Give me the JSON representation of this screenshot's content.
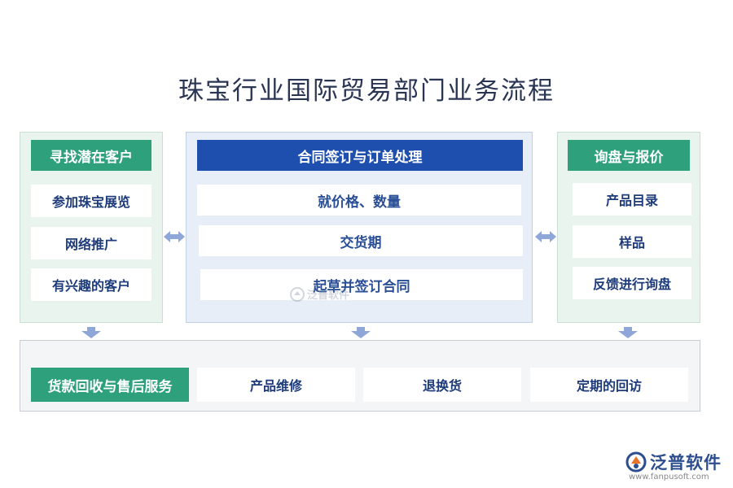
{
  "title": "珠宝行业国际贸易部门业务流程",
  "left": {
    "header": "寻找潜在客户",
    "items": [
      "参加珠宝展览",
      "网络推广",
      "有兴趣的客户"
    ]
  },
  "middle": {
    "header": "合同签订与订单处理",
    "items": [
      "就价格、数量",
      "交货期",
      "起草并签订合同"
    ]
  },
  "right": {
    "header": "询盘与报价",
    "items": [
      "产品目录",
      "样品",
      "反馈进行询盘"
    ]
  },
  "bottom": {
    "header": "货款回收与售后服务",
    "items": [
      "产品维修",
      "退换货",
      "定期的回访"
    ]
  },
  "watermark": {
    "text": "泛普软件"
  },
  "logo": {
    "name": "泛普软件",
    "url": "www.fanpusoft.com"
  },
  "colors": {
    "green": "#2fa07c",
    "blue": "#1f4fae",
    "text": "#1d3b7a",
    "arrow": "#8ea7d8"
  }
}
